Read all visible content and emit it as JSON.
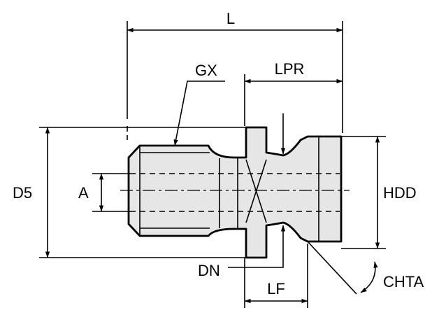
{
  "labels": {
    "L": "L",
    "GX": "GX",
    "LPR": "LPR",
    "D5": "D5",
    "A": "A",
    "HDD": "HDD",
    "DN": "DN",
    "LF": "LF",
    "CHTA": "CHTA"
  },
  "colors": {
    "part_fill": "#e6e6e6",
    "outline": "#000000"
  }
}
